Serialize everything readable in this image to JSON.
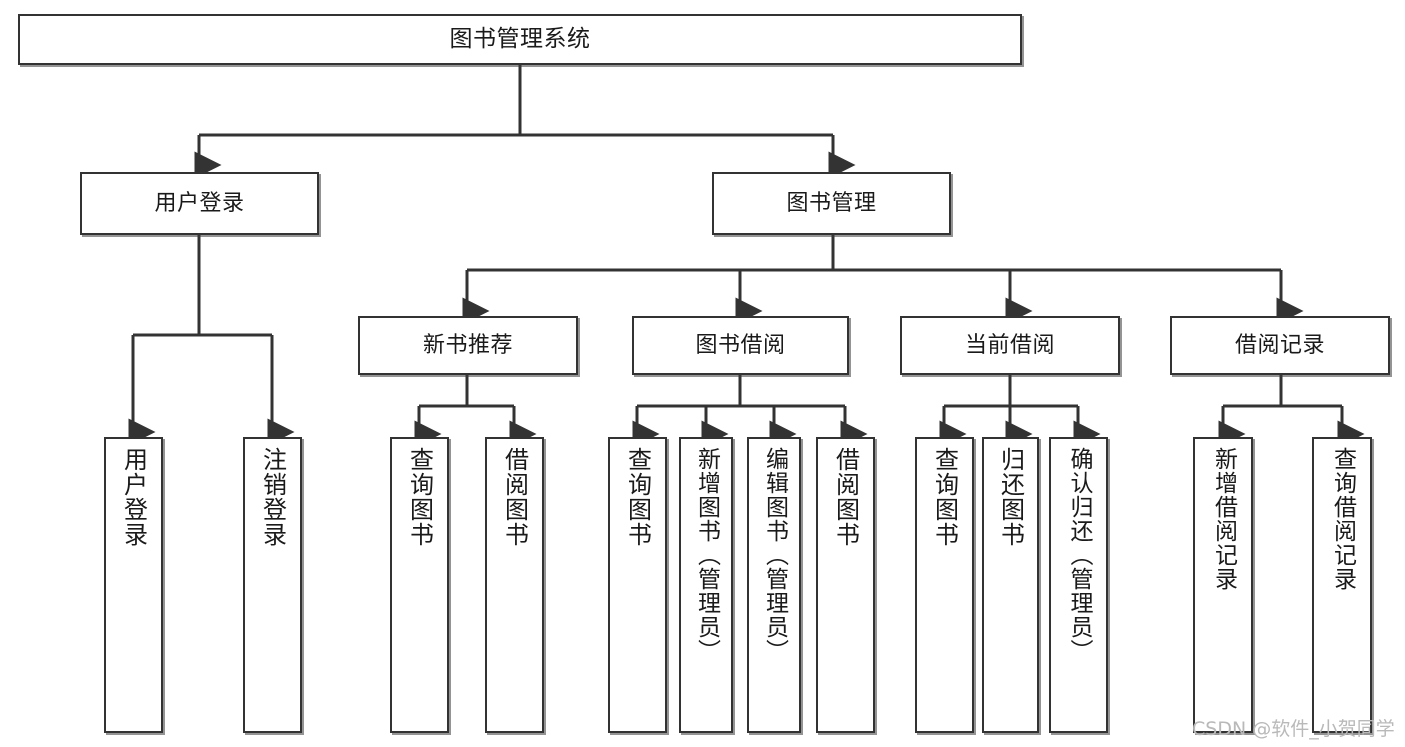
{
  "diagram": {
    "type": "tree-hierarchy",
    "title": "图书管理系统",
    "background_color": "#ffffff",
    "line_color": "#333333",
    "node_fill": "#ffffff",
    "text_color": "#1a1a1a",
    "watermark": "CSDN @软件_小贺同学"
  },
  "nodes": {
    "root": {
      "label": "图书管理系统"
    },
    "level1": [
      {
        "id": "user-login",
        "label": "用户登录"
      },
      {
        "id": "book-manage",
        "label": "图书管理"
      }
    ],
    "level2": [
      {
        "id": "new-book-rec",
        "label": "新书推荐"
      },
      {
        "id": "book-borrow",
        "label": "图书借阅"
      },
      {
        "id": "current-borrow",
        "label": "当前借阅"
      },
      {
        "id": "borrow-record",
        "label": "借阅记录"
      }
    ],
    "leaves": {
      "user_login": [
        {
          "id": "leaf-user-login",
          "label": "用户登录"
        },
        {
          "id": "leaf-logout",
          "label": "注销登录"
        }
      ],
      "new_book_rec": [
        {
          "id": "leaf-query-book-1",
          "label": "查询图书"
        },
        {
          "id": "leaf-borrow-book-1",
          "label": "借阅图书"
        }
      ],
      "book_borrow": [
        {
          "id": "leaf-query-book-2",
          "label": "查询图书"
        },
        {
          "id": "leaf-add-book",
          "label": "新增图书（管理员）"
        },
        {
          "id": "leaf-edit-book",
          "label": "编辑图书（管理员）"
        },
        {
          "id": "leaf-borrow-book-2",
          "label": "借阅图书"
        }
      ],
      "current_borrow": [
        {
          "id": "leaf-query-book-3",
          "label": "查询图书"
        },
        {
          "id": "leaf-return-book",
          "label": "归还图书"
        },
        {
          "id": "leaf-confirm-return",
          "label": "确认归还（管理员）"
        }
      ],
      "borrow_record": [
        {
          "id": "leaf-add-record",
          "label": "新增借阅记录"
        },
        {
          "id": "leaf-query-record",
          "label": "查询借阅记录"
        }
      ]
    }
  }
}
